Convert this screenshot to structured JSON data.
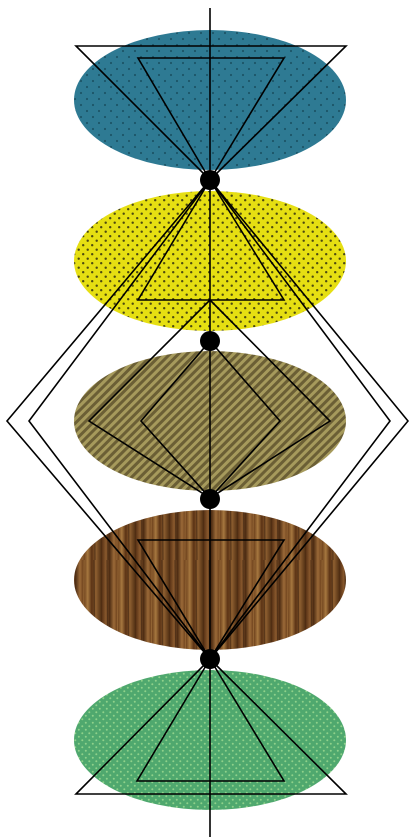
{
  "diagram": {
    "ellipses": [
      {
        "name": "teal-dotted-ellipse",
        "texture": "dotted",
        "base_color": "#2e7a93",
        "dot_color": "#1c5568"
      },
      {
        "name": "yellow-dotted-ellipse",
        "texture": "dotted",
        "base_color": "#e6df12",
        "dot_color": "#4c4a10"
      },
      {
        "name": "olive-striped-ellipse",
        "texture": "diagonal-stripes",
        "base_color": "#6b5f35",
        "stripe_color": "#a69a5c"
      },
      {
        "name": "wood-grain-ellipse",
        "texture": "wood-grain",
        "base_color": "#7a4a22",
        "grain_color": "#3e2410"
      },
      {
        "name": "green-dotted-ellipse",
        "texture": "dotted",
        "base_color": "#4fa86e",
        "dot_color": "#8fd18a"
      }
    ],
    "line_color": "#000000",
    "node_color": "#000000"
  }
}
